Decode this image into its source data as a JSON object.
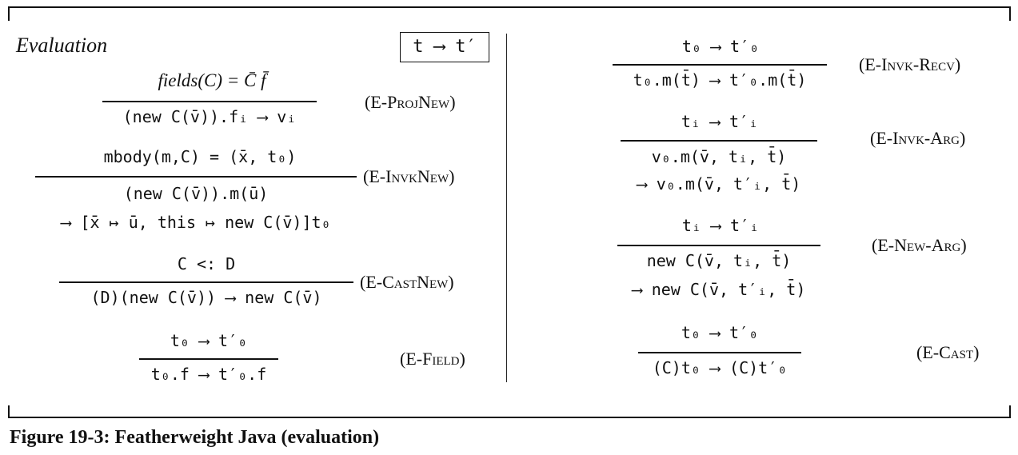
{
  "heading": "Evaluation",
  "judgment": "t ⟶ t′",
  "caption": "Figure 19-3: Featherweight Java (evaluation)",
  "left_rules": [
    {
      "name": "(E-ProjNew)",
      "premise": "fields(C) = C̄ f̄",
      "conclusion": [
        "(new C(v̄)).fᵢ ⟶ vᵢ"
      ]
    },
    {
      "name": "(E-InvkNew)",
      "premise": "mbody(m,C) = (x̄, t₀)",
      "conclusion": [
        "(new C(v̄)).m(ū)",
        "⟶ [x̄ ↦ ū, this ↦ new C(v̄)]t₀"
      ]
    },
    {
      "name": "(E-CastNew)",
      "premise": "C <: D",
      "conclusion": [
        "(D)(new C(v̄)) ⟶ new C(v̄)"
      ]
    },
    {
      "name": "(E-Field)",
      "premise": "t₀ ⟶ t′₀",
      "conclusion": [
        "t₀.f ⟶ t′₀.f"
      ]
    }
  ],
  "right_rules": [
    {
      "name": "(E-Invk-Recv)",
      "premise": "t₀ ⟶ t′₀",
      "conclusion": [
        "t₀.m(t̄) ⟶ t′₀.m(t̄)"
      ]
    },
    {
      "name": "(E-Invk-Arg)",
      "premise": "tᵢ ⟶ t′ᵢ",
      "conclusion": [
        "v₀.m(v̄, tᵢ, t̄)",
        "⟶ v₀.m(v̄, t′ᵢ, t̄)"
      ]
    },
    {
      "name": "(E-New-Arg)",
      "premise": "tᵢ ⟶ t′ᵢ",
      "conclusion": [
        "new C(v̄, tᵢ, t̄)",
        "⟶ new C(v̄, t′ᵢ, t̄)"
      ]
    },
    {
      "name": "(E-Cast)",
      "premise": "t₀ ⟶ t′₀",
      "conclusion": [
        "(C)t₀ ⟶ (C)t′₀"
      ]
    }
  ]
}
